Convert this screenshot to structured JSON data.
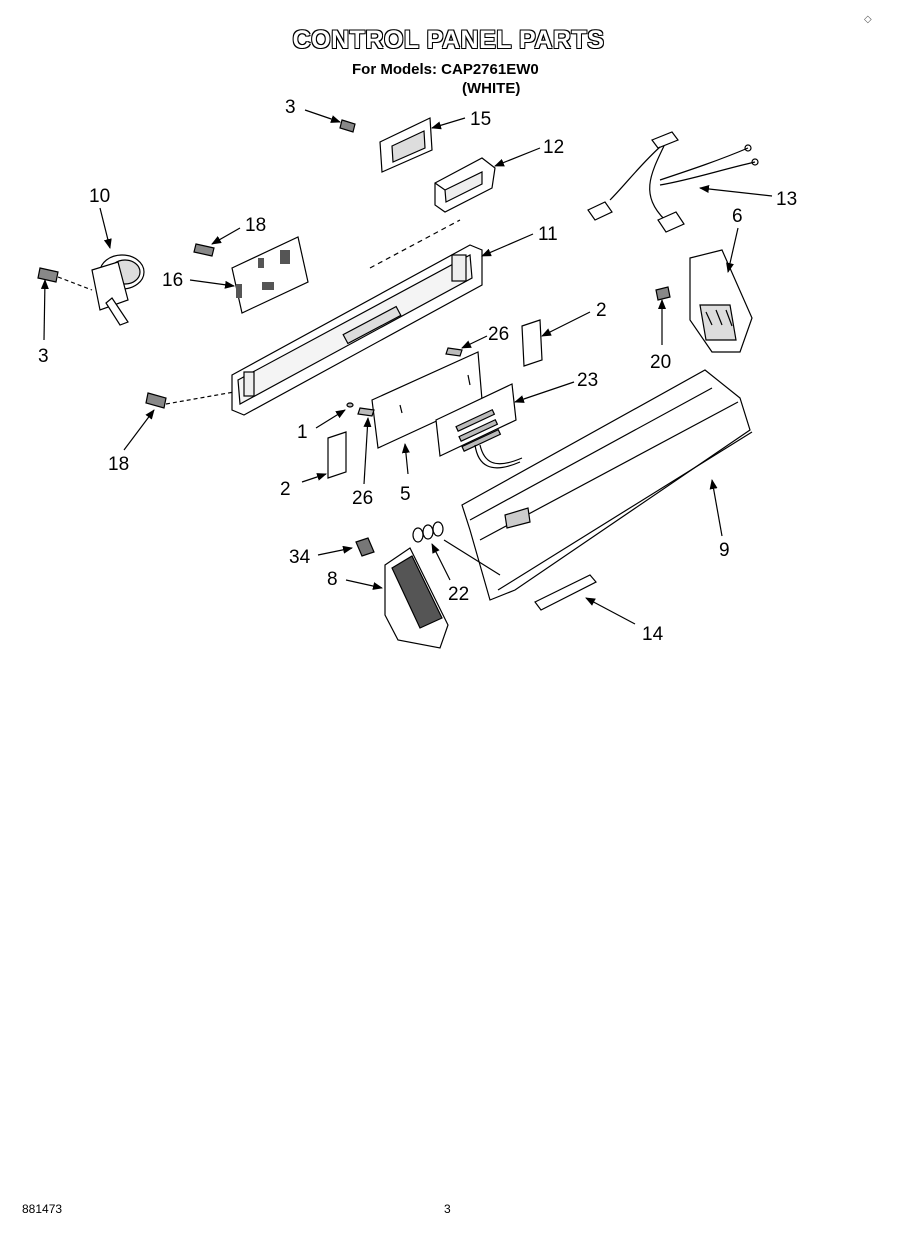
{
  "header": {
    "title": "CONTROL PANEL PARTS",
    "models_label": "For Models: CAP2761EW0",
    "color_note": "(WHITE)"
  },
  "callouts": {
    "c3a": "3",
    "c15": "15",
    "c12": "12",
    "c10": "10",
    "c18a": "18",
    "c13": "13",
    "c6": "6",
    "c11": "11",
    "c16": "16",
    "c3b": "3",
    "c2a": "2",
    "c26a": "26",
    "c20": "20",
    "c23": "23",
    "c18b": "18",
    "c1": "1",
    "c2b": "2",
    "c26b": "26",
    "c5": "5",
    "c9": "9",
    "c34": "34",
    "c8": "8",
    "c22": "22",
    "c14": "14"
  },
  "footer": {
    "code": "881473",
    "page": "3"
  }
}
